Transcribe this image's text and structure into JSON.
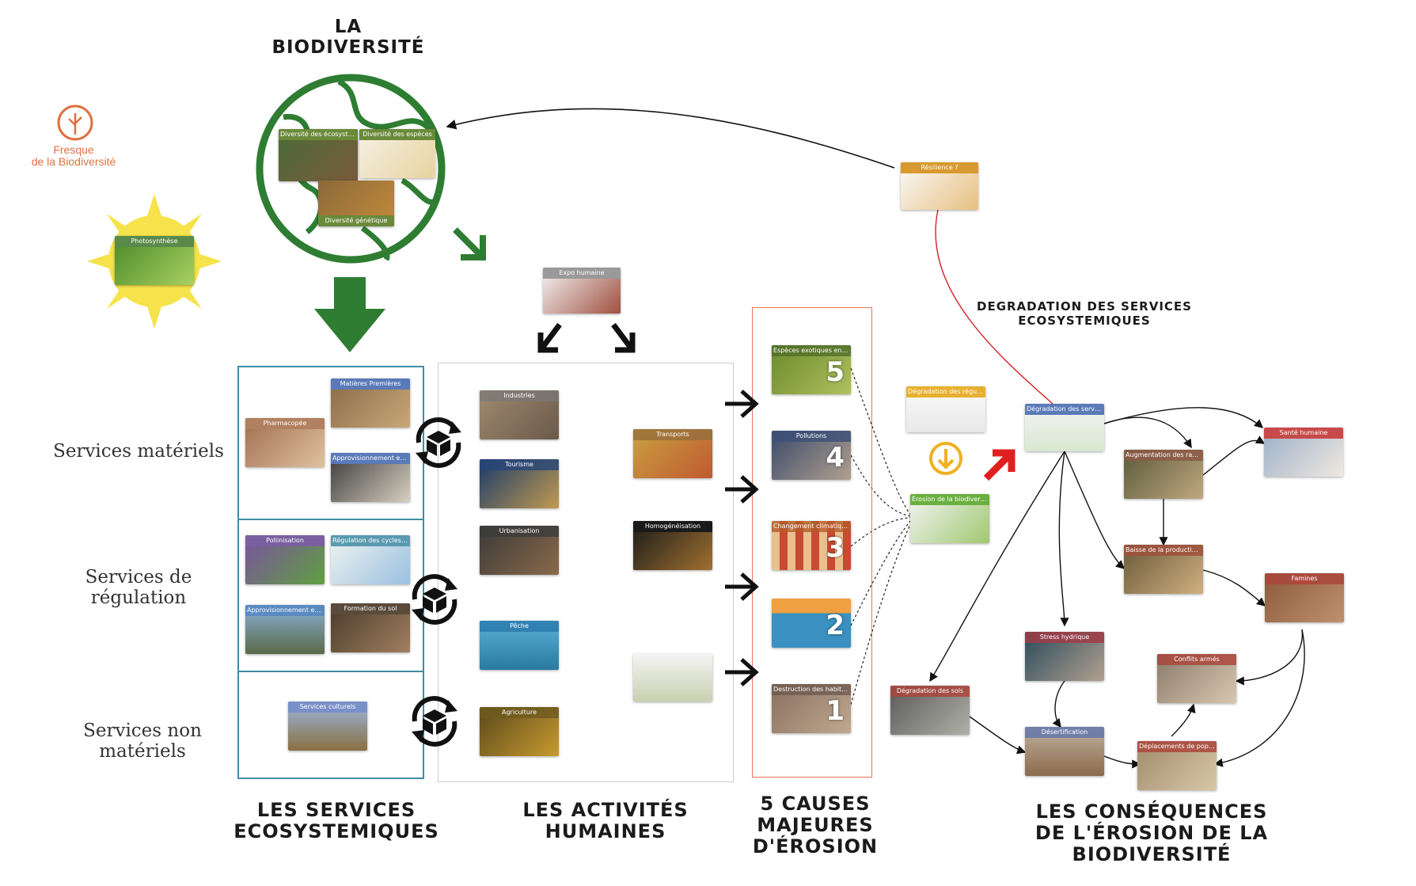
{
  "logo": {
    "line1": "Fresque",
    "line2": "de la Biodiversité"
  },
  "titles": {
    "biodiversity_line1": "LA",
    "biodiversity_line2": "BIODIVERSITÉ",
    "services_line1": "LES SERVICES",
    "services_line2": "ECOSYSTEMIQUES",
    "activities_line1": "LES ACTIVITÉS",
    "activities_line2": "HUMAINES",
    "causes_line1": "5 CAUSES",
    "causes_line2": "MAJEURES",
    "causes_line3": "D'ÉROSION",
    "consequences_line1": "LES CONSÉQUENCES",
    "consequences_line2": "DE L'ÉROSION DE LA",
    "consequences_line3": "BIODIVERSITÉ",
    "degradation_line1": "DEGRADATION DES SERVICES",
    "degradation_line2": "ECOSYSTEMIQUES"
  },
  "row_labels": {
    "materiels": "Services matériels",
    "regulation_line1": "Services de",
    "regulation_line2": "régulation",
    "non_materiels_line1": "Services non",
    "non_materiels_line2": "matériels"
  },
  "globe_cards": {
    "ecosystemes": "Diversité des écosystèmes",
    "especes": "Diversité des espèces",
    "genetique": "Diversité génétique"
  },
  "cards": {
    "photosynthese": "Photosynthèse",
    "resilience": "Résilience ?",
    "expo_humaine": "Expo humaine",
    "matieres_premieres": "Matières Premières",
    "pharmacopee": "Pharmacopée",
    "appro_nourriture": "Approvisionnement en nourriture",
    "pollinisation": "Pollinisation",
    "regulation_cycles": "Régulation des cycles naturels",
    "appro_eau": "Approvisionnement en eau douce",
    "formation_sol": "Formation du sol",
    "services_culturels": "Services culturels",
    "industries": "Industries",
    "tourisme": "Tourisme",
    "urbanisation": "Urbanisation",
    "peche": "Pêche",
    "agriculture": "Agriculture",
    "transports": "Transports",
    "homogeneisation": "Homogénéisation",
    "especes_invasives": "Espèces exotiques envahissantes",
    "pollutions": "Pollutions",
    "changement_climatique": "Changement climatique",
    "destruction_habitats": "Destruction des habitats",
    "degradation_regulation": "Dégradation des régulations",
    "erosion_biodiversite": "Érosion de la biodiversité",
    "degradation_services": "Dégradation des services écosystémiques",
    "sante_humaine": "Santé humaine",
    "augmentation_ravageurs": "Augmentation des ravageurs et pathogènes",
    "baisse_production": "Baisse de la production agricole",
    "famines": "Famines",
    "stress_hydrique": "Stress hydrique",
    "conflits_armes": "Conflits armés",
    "degradation_sols": "Dégradation des sols",
    "desertification": "Désertification",
    "deplacements": "Déplacements de population"
  },
  "cause_numbers": {
    "n5": "5",
    "n4": "4",
    "n3": "3",
    "n2": "2",
    "n1": "1"
  },
  "colors": {
    "green": "#2e7d32",
    "services_border": "#3f8ea5",
    "causes_border": "#e8735a",
    "activities_border": "#cccccc",
    "red_arrow": "#e02020",
    "logo_orange": "#e07040"
  },
  "icons": [
    "globe-icon",
    "sun-icon",
    "cycle-cube-icon",
    "down-arrow-icon",
    "right-arrow-icon",
    "diagonal-arrow-icon"
  ]
}
